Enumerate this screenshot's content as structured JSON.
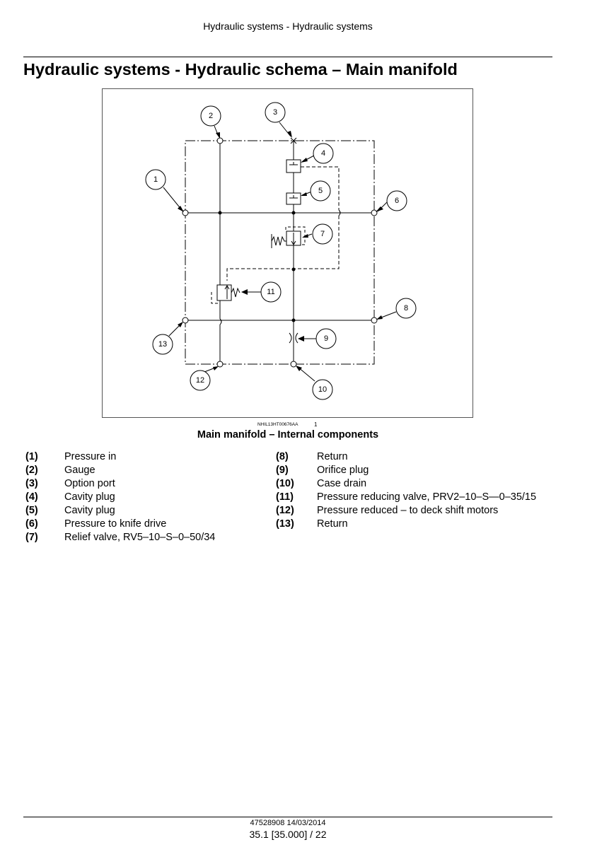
{
  "header": {
    "running_title": "Hydraulic systems - Hydraulic systems"
  },
  "page_title": "Hydraulic systems - Hydraulic schema – Main manifold",
  "figure": {
    "id_code": "NHIL13HT00676AA",
    "number": "1",
    "caption": "Main manifold – Internal components",
    "callouts": [
      "1",
      "2",
      "3",
      "4",
      "5",
      "6",
      "7",
      "8",
      "9",
      "10",
      "11",
      "12",
      "13"
    ]
  },
  "legend": {
    "left": [
      {
        "num": "(1)",
        "text": "Pressure in"
      },
      {
        "num": "(2)",
        "text": "Gauge"
      },
      {
        "num": "(3)",
        "text": "Option port"
      },
      {
        "num": "(4)",
        "text": "Cavity plug"
      },
      {
        "num": "(5)",
        "text": "Cavity plug"
      },
      {
        "num": "(6)",
        "text": "Pressure to knife drive"
      },
      {
        "num": "(7)",
        "text": "Relief valve, RV5–10–S–0–50/34"
      }
    ],
    "right": [
      {
        "num": "(8)",
        "text": "Return"
      },
      {
        "num": "(9)",
        "text": "Orifice plug"
      },
      {
        "num": "(10)",
        "text": "Case drain"
      },
      {
        "num": "(11)",
        "text": "Pressure reducing valve, PRV2–10–S—0–35/15"
      },
      {
        "num": "(12)",
        "text": "Pressure reduced – to deck shift motors"
      },
      {
        "num": "(13)",
        "text": "Return"
      }
    ]
  },
  "footer": {
    "doc_id": "47528908 14/03/2014",
    "page": "35.1 [35.000] / 22"
  }
}
